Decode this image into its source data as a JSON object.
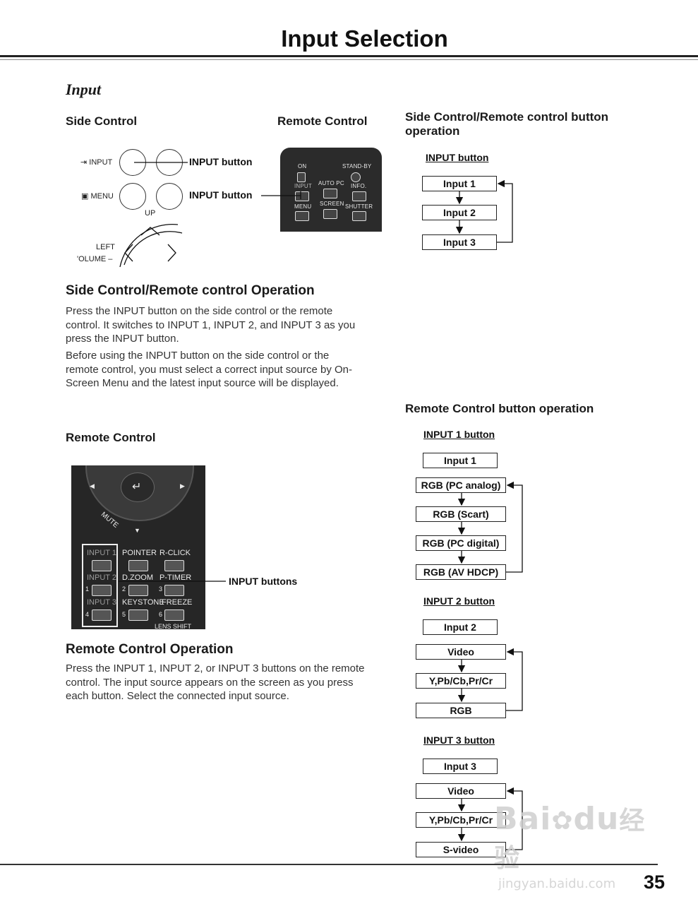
{
  "page": {
    "title": "Input Selection",
    "section": "Input",
    "page_number": "35"
  },
  "side_control": {
    "heading": "Side Control",
    "input_label": "INPUT",
    "menu_label": "MENU",
    "up_label": "UP",
    "left_label": "LEFT",
    "volume_label": "'OLUME –",
    "callout_1": "INPUT button",
    "callout_2": "INPUT button"
  },
  "remote_control_top": {
    "heading": "Remote Control",
    "keys": [
      "ON",
      "STAND-BY",
      "INPUT",
      "AUTO PC",
      "INFO.",
      "MENU",
      "SCREEN",
      "SHUTTER"
    ]
  },
  "operation_panel": {
    "heading": "Side Control/Remote control button operation",
    "input_button_label": "INPUT button",
    "steps": [
      "Input 1",
      "Input 2",
      "Input 3"
    ]
  },
  "side_remote_operation": {
    "heading": "Side Control/Remote control Operation",
    "paragraph_1": "Press the INPUT button on the side control or the remote control. It switches to INPUT 1, INPUT 2, and INPUT 3 as you press the INPUT button.",
    "paragraph_2": "Before using the INPUT button on the side control or the remote control, you must select a correct input source by On-Screen Menu and the latest input source will be displayed."
  },
  "remote_control_bottom": {
    "heading": "Remote Control",
    "callout": "INPUT buttons",
    "keys": {
      "input1": "INPUT 1",
      "input2": "INPUT 2",
      "input3": "INPUT 3",
      "pointer": "POINTER",
      "rclick": "R-CLICK",
      "dzoom": "D.ZOOM",
      "ptimer": "P-TIMER",
      "keystone": "KEYSTONE",
      "freeze": "FREEZE",
      "lensshift": "LENS SHIFT",
      "mute": "MUTE",
      "n1": "1",
      "n2": "2",
      "n3": "3",
      "n4": "4",
      "n5": "5",
      "n6": "6"
    }
  },
  "remote_operation": {
    "heading": "Remote Control Operation",
    "paragraph": "Press the INPUT 1, INPUT 2, or INPUT 3 buttons on the remote control. The input source appears on the screen as you press each button. Select the connected input source."
  },
  "remote_button_operation": {
    "heading": "Remote Control button operation",
    "input1": {
      "label": "INPUT 1 button",
      "title": "Input 1",
      "items": [
        "RGB (PC analog)",
        "RGB (Scart)",
        "RGB (PC digital)",
        "RGB (AV HDCP)"
      ]
    },
    "input2": {
      "label": "INPUT 2 button",
      "title": "Input 2",
      "items": [
        "Video",
        "Y,Pb/Cb,Pr/Cr",
        "RGB"
      ]
    },
    "input3": {
      "label": "INPUT 3 button",
      "title": "Input 3",
      "items": [
        "Video",
        "Y,Pb/Cb,Pr/Cr",
        "S-video"
      ]
    }
  },
  "watermark": {
    "brand": "Bai",
    "brand2": "du",
    "cn": "经验",
    "url": "jingyan.baidu.com"
  }
}
